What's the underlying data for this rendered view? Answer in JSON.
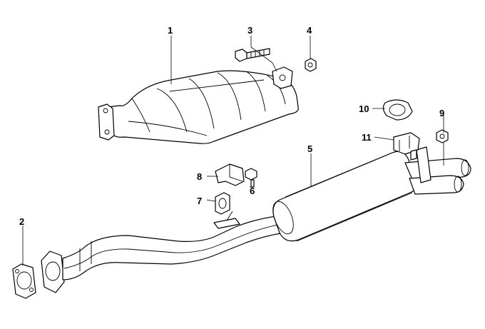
{
  "diagram": {
    "callouts": [
      {
        "id": "c1",
        "label": "1",
        "part": "catalytic-converter"
      },
      {
        "id": "c2",
        "label": "2",
        "part": "flange-gasket"
      },
      {
        "id": "c3",
        "label": "3",
        "part": "bolt"
      },
      {
        "id": "c4",
        "label": "4",
        "part": "nut"
      },
      {
        "id": "c5",
        "label": "5",
        "part": "rear-muffler"
      },
      {
        "id": "c6",
        "label": "6",
        "part": "hex-bolt"
      },
      {
        "id": "c7",
        "label": "7",
        "part": "rubber-mount"
      },
      {
        "id": "c8",
        "label": "8",
        "part": "bracket"
      },
      {
        "id": "c9",
        "label": "9",
        "part": "nut"
      },
      {
        "id": "c10",
        "label": "10",
        "part": "gasket-ring"
      },
      {
        "id": "c11",
        "label": "11",
        "part": "hanger-clamp"
      }
    ]
  }
}
